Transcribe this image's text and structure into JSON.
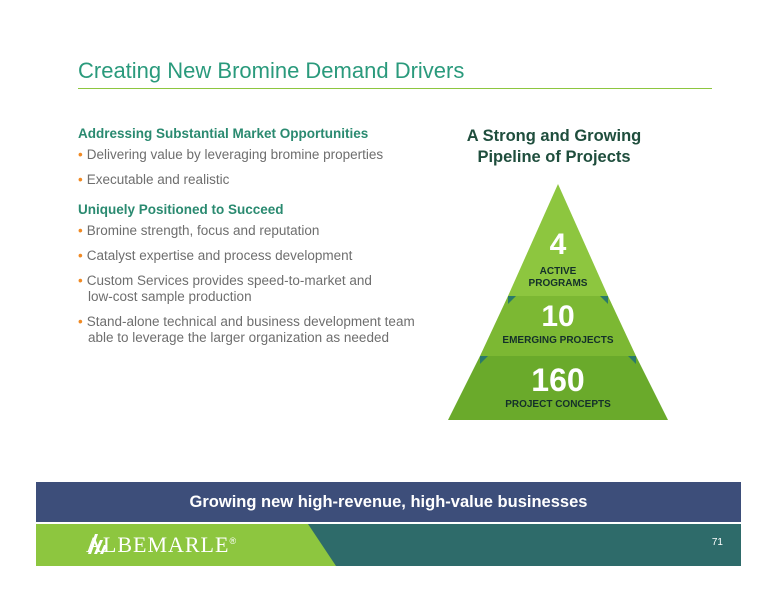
{
  "title": "Creating New Bromine Demand Drivers",
  "sections": [
    {
      "heading": "Addressing Substantial Market Opportunities",
      "bullets": [
        "Delivering value by leveraging bromine properties",
        "Executable and realistic"
      ]
    },
    {
      "heading": "Uniquely Positioned to Succeed",
      "bullets": [
        "Bromine strength, focus and reputation",
        "Catalyst expertise and process development",
        "Custom Services provides speed-to-market and\nlow-cost sample production",
        "Stand-alone technical and business development team\nable to leverage the larger organization as needed"
      ]
    }
  ],
  "pipeline": {
    "title": "A Strong and Growing\nPipeline of Projects",
    "tiers": [
      {
        "number": "4",
        "label": "ACTIVE\nPROGRAMS"
      },
      {
        "number": "10",
        "label": "EMERGING PROJECTS"
      },
      {
        "number": "160",
        "label": "PROJECT CONCEPTS"
      }
    ],
    "colors": {
      "top": "#8dc63f",
      "middle": "#7cb833",
      "bottom": "#6aaa2b",
      "marker": "#2a7a6a"
    }
  },
  "banner": {
    "text": "Growing new high-revenue, high-value businesses",
    "color": "#3d4e7a"
  },
  "footer": {
    "brand": "ALBEMARLE",
    "trademark": "®",
    "page_number": "71",
    "colors": {
      "left": "#8dc63f",
      "right": "#2e6b6a"
    }
  }
}
